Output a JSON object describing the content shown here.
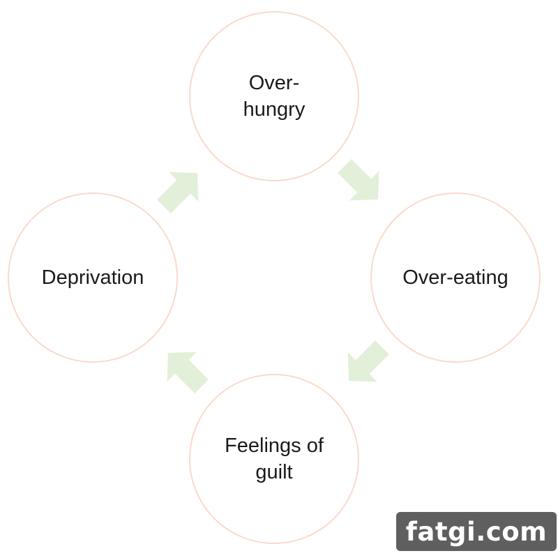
{
  "cycle": {
    "nodes": [
      {
        "id": "top",
        "label": "Over-\nhungry"
      },
      {
        "id": "right",
        "label": "Over-eating"
      },
      {
        "id": "bottom",
        "label": "Feelings of\nguilt"
      },
      {
        "id": "left",
        "label": "Deprivation"
      }
    ],
    "arrow_color": "#e3f0d9",
    "node_border_color": "#f9d9cb"
  },
  "watermark": {
    "text": "fatgi.com"
  }
}
